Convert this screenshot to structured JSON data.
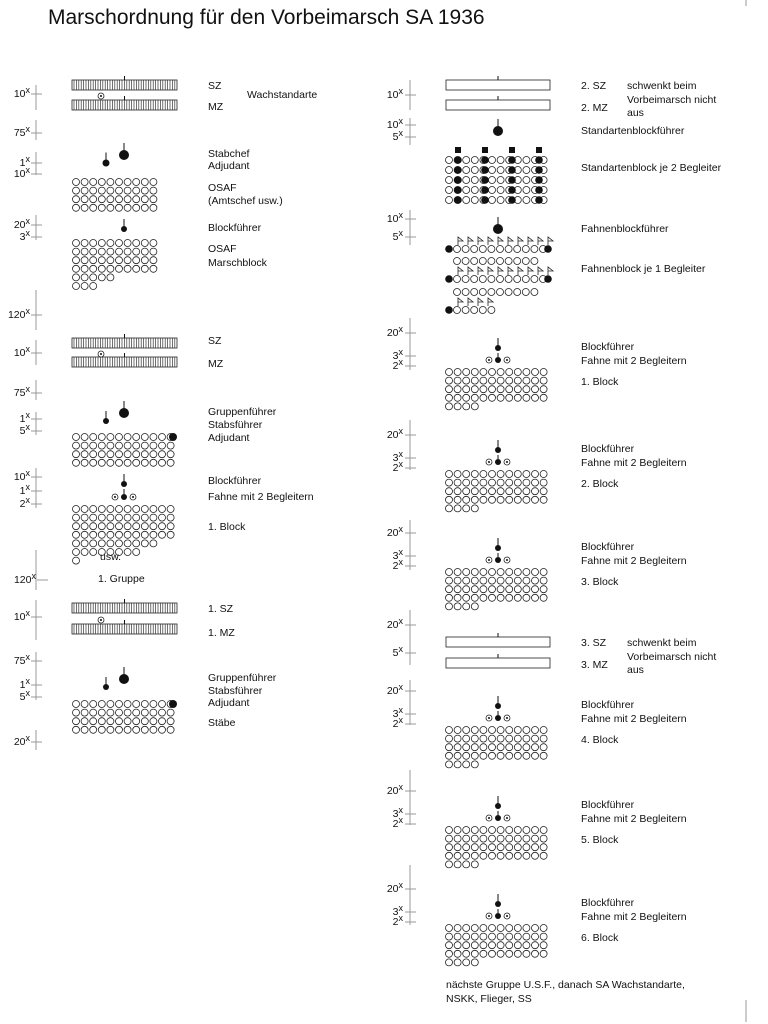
{
  "title": "Marschordnung für den Vorbeimarsch SA 1936",
  "left_column": {
    "labels": [
      {
        "id": "sz1",
        "text": "SZ"
      },
      {
        "id": "wachstandarte",
        "text": "Wachstandarte"
      },
      {
        "id": "mz1",
        "text": "MZ"
      },
      {
        "id": "stabchef",
        "text": "Stabchef"
      },
      {
        "id": "adjutant1",
        "text": "Adjudant"
      },
      {
        "id": "osaf1",
        "text": "OSAF"
      },
      {
        "id": "amtschef",
        "text": "(Amtschef usw.)"
      },
      {
        "id": "blockfuehrer1",
        "text": "Blockführer"
      },
      {
        "id": "osaf2",
        "text": "OSAF"
      },
      {
        "id": "marschblock",
        "text": "Marschblock"
      },
      {
        "id": "sz2",
        "text": "SZ"
      },
      {
        "id": "mz2",
        "text": "MZ"
      },
      {
        "id": "gruppenfuehrer1",
        "text": "Gruppenführer"
      },
      {
        "id": "stabsfuehrer1",
        "text": "Stabsführer"
      },
      {
        "id": "adjutant2",
        "text": "Adjudant"
      },
      {
        "id": "blockfuehrer2",
        "text": "Blockführer"
      },
      {
        "id": "fahne1",
        "text": "Fahne mit 2 Begleitern"
      },
      {
        "id": "block1",
        "text": "1. Block"
      },
      {
        "id": "usw",
        "text": "usw."
      },
      {
        "id": "gruppe1",
        "text": "1. Gruppe"
      },
      {
        "id": "sz3",
        "text": "1. SZ"
      },
      {
        "id": "mz3",
        "text": "1. MZ"
      },
      {
        "id": "gruppenfuehrer2",
        "text": "Gruppenführer"
      },
      {
        "id": "stabsfuehrer2",
        "text": "Stabsführer"
      },
      {
        "id": "adjutant3",
        "text": "Adjudant"
      },
      {
        "id": "staebe",
        "text": "Stäbe"
      }
    ],
    "distances": [
      {
        "id": "d10a",
        "num": "10",
        "x": "x"
      },
      {
        "id": "d75a",
        "num": "75",
        "x": "x"
      },
      {
        "id": "d1a",
        "num": "1",
        "x": "x"
      },
      {
        "id": "d10b",
        "num": "10",
        "x": "x"
      },
      {
        "id": "d20a",
        "num": "20",
        "x": "x"
      },
      {
        "id": "d3a",
        "num": "3",
        "x": "x"
      },
      {
        "id": "d120a",
        "num": "120",
        "x": "x"
      },
      {
        "id": "d10c",
        "num": "10",
        "x": "x"
      },
      {
        "id": "d75b",
        "num": "75",
        "x": "x"
      },
      {
        "id": "d1b",
        "num": "1",
        "x": "x"
      },
      {
        "id": "d5a",
        "num": "5",
        "x": "x"
      },
      {
        "id": "d10d",
        "num": "10",
        "x": "x"
      },
      {
        "id": "d1c",
        "num": "1",
        "x": "x"
      },
      {
        "id": "d2a",
        "num": "2",
        "x": "x"
      },
      {
        "id": "d120b",
        "num": "120",
        "x": "x"
      },
      {
        "id": "d10e",
        "num": "10",
        "x": "x"
      },
      {
        "id": "d75c",
        "num": "75",
        "x": "x"
      },
      {
        "id": "d1d",
        "num": "1",
        "x": "x"
      },
      {
        "id": "d5b",
        "num": "5",
        "x": "x"
      },
      {
        "id": "d20b",
        "num": "20",
        "x": "x"
      }
    ]
  },
  "right_column": {
    "labels": [
      {
        "id": "r_sz2",
        "text": "2. SZ"
      },
      {
        "id": "r_schwenkt1",
        "text": "schwenkt beim"
      },
      {
        "id": "r_vorbei1",
        "text": "Vorbeimarsch nicht"
      },
      {
        "id": "r_mz2",
        "text": "2. MZ"
      },
      {
        "id": "r_aus1",
        "text": "aus"
      },
      {
        "id": "r_stbf",
        "text": "Standartenblockführer"
      },
      {
        "id": "r_stblock",
        "text": "Standartenblock je 2 Begleiter"
      },
      {
        "id": "r_fbf",
        "text": "Fahnenblockführer"
      },
      {
        "id": "r_fblock",
        "text": "Fahnenblock je 1 Begleiter"
      },
      {
        "id": "r_bf1",
        "text": "Blockführer"
      },
      {
        "id": "r_fahne1",
        "text": "Fahne mit 2 Begleitern"
      },
      {
        "id": "r_block1",
        "text": "1. Block"
      },
      {
        "id": "r_bf2",
        "text": "Blockführer"
      },
      {
        "id": "r_fahne2",
        "text": "Fahne mit 2 Begleitern"
      },
      {
        "id": "r_block2",
        "text": "2. Block"
      },
      {
        "id": "r_bf3",
        "text": "Blockführer"
      },
      {
        "id": "r_fahne3",
        "text": "Fahne mit 2 Begleitern"
      },
      {
        "id": "r_block3",
        "text": "3. Block"
      },
      {
        "id": "r_sz3",
        "text": "3. SZ"
      },
      {
        "id": "r_schwenkt2",
        "text": "schwenkt beim"
      },
      {
        "id": "r_vorbei2",
        "text": "Vorbeimarsch nicht"
      },
      {
        "id": "r_mz3",
        "text": "3. MZ"
      },
      {
        "id": "r_aus2",
        "text": "aus"
      },
      {
        "id": "r_bf4",
        "text": "Blockführer"
      },
      {
        "id": "r_fahne4",
        "text": "Fahne mit 2 Begleitern"
      },
      {
        "id": "r_block4",
        "text": "4. Block"
      },
      {
        "id": "r_bf5",
        "text": "Blockführer"
      },
      {
        "id": "r_fahne5",
        "text": "Fahne mit 2 Begleitern"
      },
      {
        "id": "r_block5",
        "text": "5. Block"
      },
      {
        "id": "r_bf6",
        "text": "Blockführer"
      },
      {
        "id": "r_fahne6",
        "text": "Fahne mit 2 Begleitern"
      },
      {
        "id": "r_block6",
        "text": "6. Block"
      },
      {
        "id": "r_next1",
        "text": "nächste Gruppe U.S.F., danach SA Wachstandarte,"
      },
      {
        "id": "r_next2",
        "text": "NSKK, Flieger, SS"
      }
    ],
    "distances": [
      {
        "id": "rd10a",
        "num": "10",
        "x": "x"
      },
      {
        "id": "rd10b",
        "num": "10",
        "x": "x"
      },
      {
        "id": "rd5a",
        "num": "5",
        "x": "x"
      },
      {
        "id": "rd10c",
        "num": "10",
        "x": "x"
      },
      {
        "id": "rd5b",
        "num": "5",
        "x": "x"
      },
      {
        "id": "rd20a",
        "num": "20",
        "x": "x"
      },
      {
        "id": "rd3a",
        "num": "3",
        "x": "x"
      },
      {
        "id": "rd2a",
        "num": "2",
        "x": "x"
      },
      {
        "id": "rd20b",
        "num": "20",
        "x": "x"
      },
      {
        "id": "rd3b",
        "num": "3",
        "x": "x"
      },
      {
        "id": "rd2b",
        "num": "2",
        "x": "x"
      },
      {
        "id": "rd20c",
        "num": "20",
        "x": "x"
      },
      {
        "id": "rd3c",
        "num": "3",
        "x": "x"
      },
      {
        "id": "rd2c",
        "num": "2",
        "x": "x"
      },
      {
        "id": "rd20d",
        "num": "20",
        "x": "x"
      },
      {
        "id": "rd5c",
        "num": "5",
        "x": "x"
      },
      {
        "id": "rd20e",
        "num": "20",
        "x": "x"
      },
      {
        "id": "rd3d",
        "num": "3",
        "x": "x"
      },
      {
        "id": "rd2d",
        "num": "2",
        "x": "x"
      },
      {
        "id": "rd20f",
        "num": "20",
        "x": "x"
      },
      {
        "id": "rd3e",
        "num": "3",
        "x": "x"
      },
      {
        "id": "rd2e",
        "num": "2",
        "x": "x"
      },
      {
        "id": "rd20g",
        "num": "20",
        "x": "x"
      },
      {
        "id": "rd3f",
        "num": "3",
        "x": "x"
      },
      {
        "id": "rd2f",
        "num": "2",
        "x": "x"
      }
    ]
  }
}
